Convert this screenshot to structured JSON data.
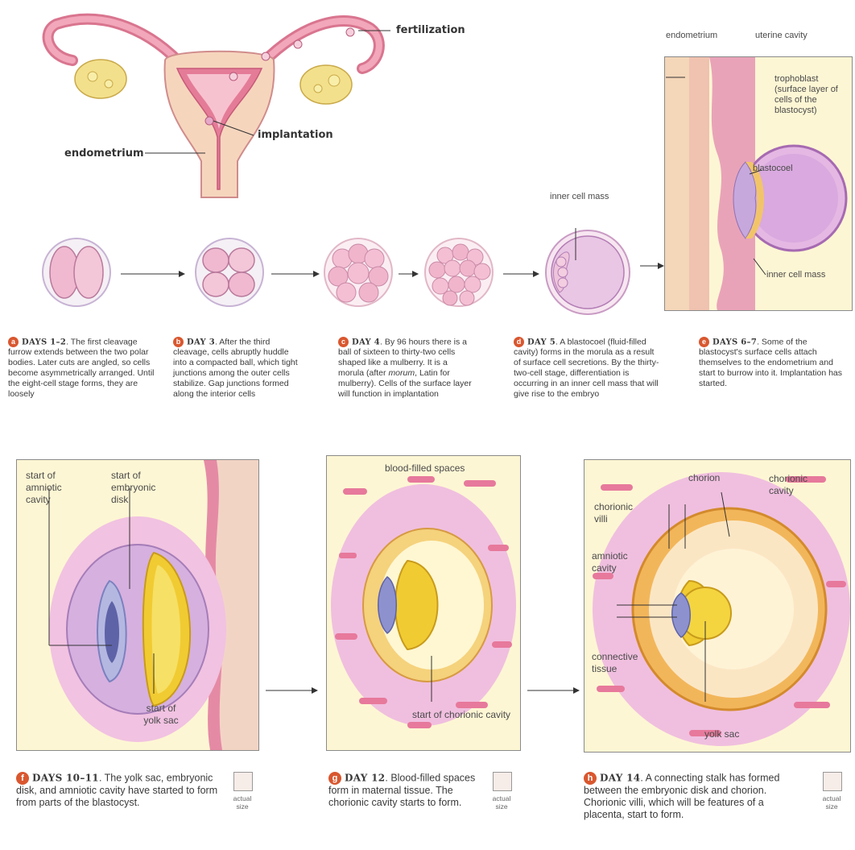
{
  "top_labels": {
    "fertilization": "fertilization",
    "implantation": "implantation",
    "endometrium": "endometrium"
  },
  "panel_e_labels": {
    "endometrium": "endometrium",
    "uterine_cavity": "uterine cavity",
    "trophoblast": "trophoblast (surface layer of cells of the blastocyst)",
    "blastocoel": "blastocoel",
    "inner_cell_mass": "inner cell mass"
  },
  "stage_d_label": "inner cell mass",
  "captions_top": [
    {
      "letter": "a",
      "day": "DAYS 1–2",
      "text": ". The first cleavage furrow extends between the two polar bodies. Later cuts are angled, so cells become asymmetrically arranged. Until the eight-cell stage forms, they are loosely"
    },
    {
      "letter": "b",
      "day": "DAY 3",
      "text": ". After the third cleavage, cells abruptly huddle into a compacted ball, which tight junctions among the outer cells stabilize. Gap junctions formed along the interior cells"
    },
    {
      "letter": "c",
      "day": "DAY 4",
      "text_pre": ". By 96 hours there is a ball of sixteen to thirty-two cells shaped like a mulberry. It is a morula (after ",
      "italic": "morum",
      "text_post": ", Latin for mulberry). Cells of the surface layer will function in implantation"
    },
    {
      "letter": "d",
      "day": "DAY 5",
      "text": ". A blastocoel (fluid-filled cavity) forms in the morula as a result of surface cell secretions. By the thirty-two-cell stage, differentiation is occurring in an inner cell mass that will give rise to the embryo"
    },
    {
      "letter": "e",
      "day": "DAYS 6–7",
      "text": ". Some of the blastocyst's surface cells attach themselves to the endometrium and start to burrow into it. Implantation has started."
    }
  ],
  "panel_f_labels": {
    "amniotic": "start of amniotic cavity",
    "embryonic": "start of embryonic disk",
    "yolk": "start of yolk sac"
  },
  "panel_g_labels": {
    "blood": "blood-filled spaces",
    "chorionic": "start of chorionic cavity"
  },
  "panel_h_labels": {
    "chorion": "chorion",
    "chorionic_cavity": "chorionic cavity",
    "chorionic_villi": "chorionic villi",
    "amniotic_cavity": "amniotic cavity",
    "connective_tissue": "connective tissue",
    "yolk_sac": "yolk sac"
  },
  "captions_bottom": [
    {
      "letter": "f",
      "day": "DAYS 10–11",
      "text": ". The yolk sac, embryonic disk, and amniotic cavity have started to form from parts of the blastocyst."
    },
    {
      "letter": "g",
      "day": "DAY 12",
      "text": ". Blood-filled spaces form in maternal tissue. The chorionic cavity starts to form."
    },
    {
      "letter": "h",
      "day": "DAY 14",
      "text": ". A connecting stalk has formed between the embryonic disk and chorion. Chorionic villi, which will be features of a placenta, start to form."
    }
  ],
  "actual_size": "actual size",
  "colors": {
    "panel_bg": "#fdf6d4",
    "cell_pink": "#f4c6d6",
    "cell_purple": "#c79ad6",
    "yolk": "#f1d33e",
    "orange": "#f0b24a",
    "endometrium_pink": "#e993a9",
    "badge": "#d9572f"
  }
}
